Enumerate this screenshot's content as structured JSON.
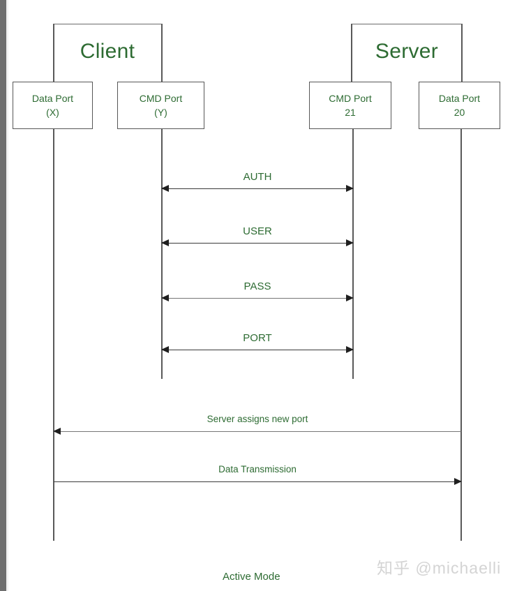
{
  "diagram": {
    "caption": "Active Mode",
    "watermark": "知乎 @michaelli",
    "colors": {
      "label_green": "#2d6b32",
      "line_dark": "#3a3a3a",
      "line_light": "#767676",
      "box_border": "#575757",
      "watermark_gray": "#d4d4d4"
    },
    "actors": [
      {
        "name": "client",
        "title": "Client"
      },
      {
        "name": "server",
        "title": "Server"
      }
    ],
    "ports": [
      {
        "name": "client-data-port",
        "line1": "Data Port",
        "line2": "(X)"
      },
      {
        "name": "client-cmd-port",
        "line1": "CMD Port",
        "line2": "(Y)"
      },
      {
        "name": "server-cmd-port",
        "line1": "CMD Port",
        "line2": "21"
      },
      {
        "name": "server-data-port",
        "line1": "Data Port",
        "line2": "20"
      }
    ],
    "messages": [
      {
        "name": "auth",
        "label": "AUTH",
        "direction": "both"
      },
      {
        "name": "user",
        "label": "USER",
        "direction": "both"
      },
      {
        "name": "pass",
        "label": "PASS",
        "direction": "both"
      },
      {
        "name": "port",
        "label": "PORT",
        "direction": "both"
      },
      {
        "name": "assign",
        "label": "Server assigns new port",
        "direction": "left"
      },
      {
        "name": "data",
        "label": "Data Transmission",
        "direction": "right"
      }
    ]
  }
}
